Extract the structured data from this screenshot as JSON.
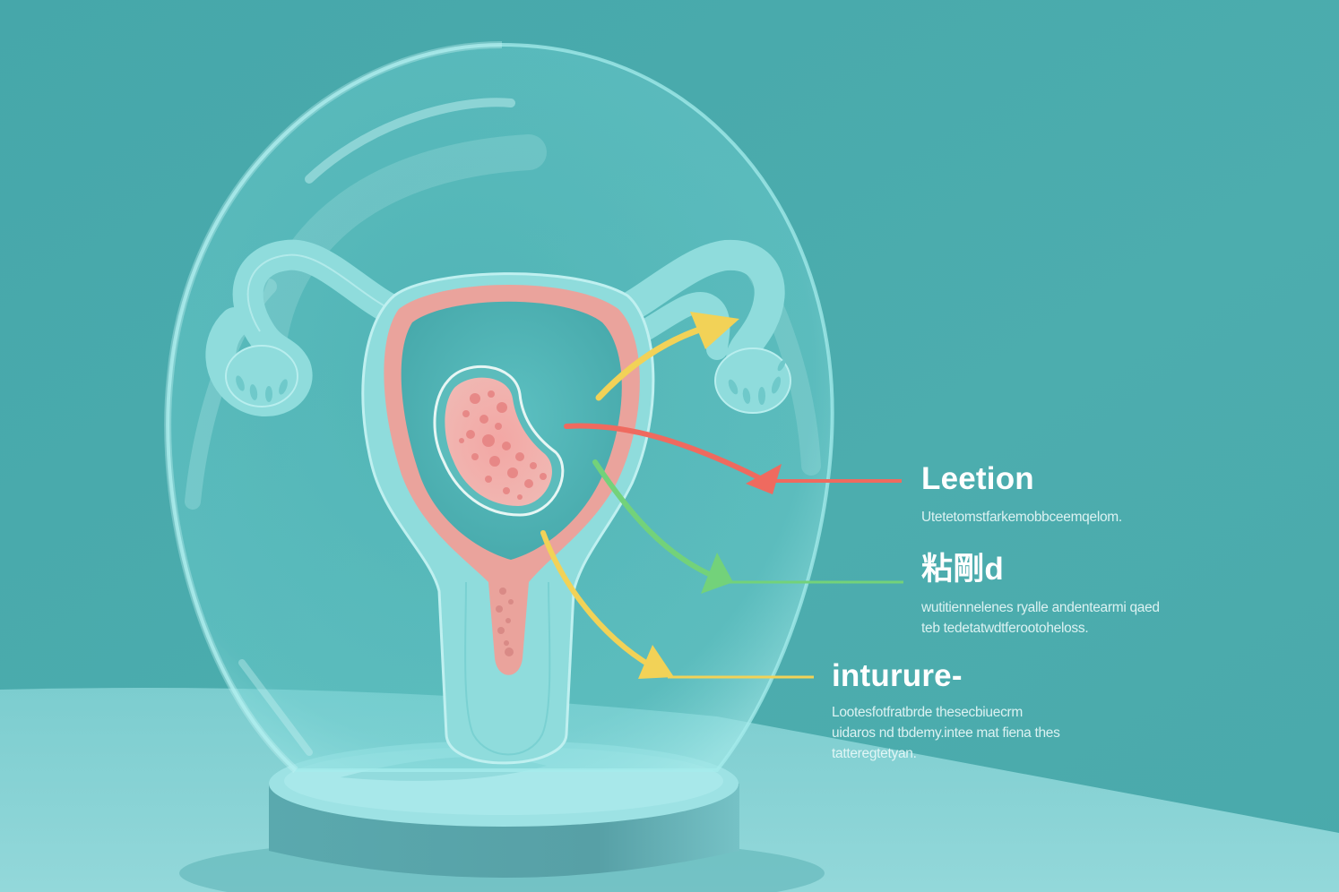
{
  "figure": {
    "type": "medical-illustration",
    "subject": "uterus inside glass dome on pedestal with labeled callouts",
    "colors": {
      "background": "#4aabad",
      "floor": "#8fd6d8",
      "dome_glass": "#8ee0e0",
      "organ_tissue": "#8fdcdc",
      "endometrium": "#eaa39c",
      "lesion": "#ef9a9a",
      "arrow_yellow": "#f2d257",
      "arrow_red": "#ef6a5f",
      "arrow_green": "#73d27a",
      "text": "#ffffff"
    }
  },
  "callouts": [
    {
      "id": "lesion",
      "color": "#ef6a5f",
      "title": "Leetion",
      "description_lines": [
        "Utetetomstfarkemobbceemqelom."
      ]
    },
    {
      "id": "adhesion",
      "color": "#73d27a",
      "title": "粘剛d",
      "description_lines": [
        "wutitiennelenes ryalle andentearmi qaed",
        "teb tedetatwdtferootoheloss."
      ]
    },
    {
      "id": "inturure",
      "color": "#f2d257",
      "title": "inturure-",
      "description_lines": [
        "Lootesfotfratbrde thesecbiuecrm",
        "uidaros nd tbdemy.intee mat fiena thes",
        "tatteregtetyan."
      ]
    }
  ],
  "unlabeled_arrows": [
    {
      "color": "#f2d257",
      "direction": "toward right fallopian tube / ovary"
    }
  ]
}
